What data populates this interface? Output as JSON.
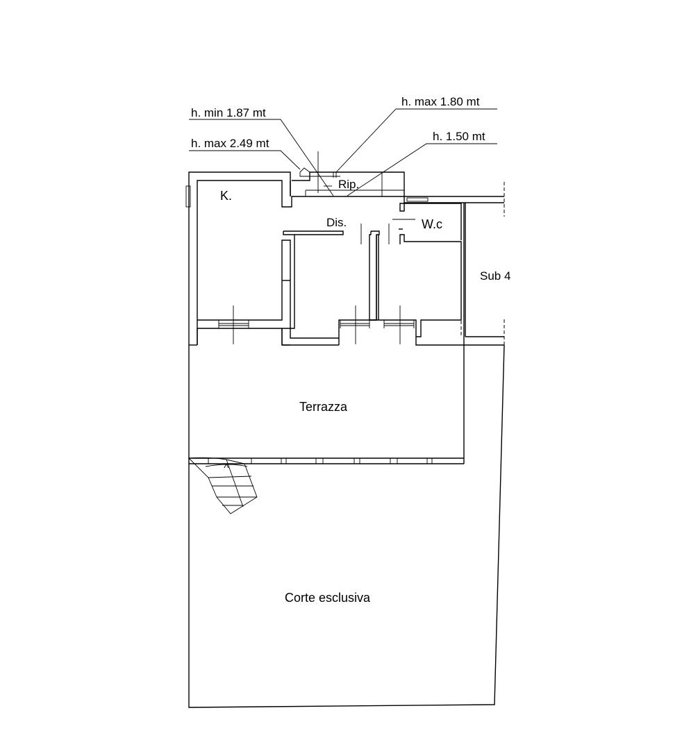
{
  "annotations": {
    "h_min_187": "h. min 1.87 mt",
    "h_max_249": "h. max 2.49 mt",
    "h_max_180": "h. max 1.80 mt",
    "h_150": "h. 1.50 mt"
  },
  "rooms": {
    "kitchen": "K.",
    "storage": "Rip.",
    "hallway": "Dis.",
    "wc": "W.c",
    "sub4": "Sub 4",
    "terrace": "Terrazza",
    "courtyard": "Corte esclusiva"
  },
  "colors": {
    "line": "#000000",
    "background": "#ffffff"
  }
}
